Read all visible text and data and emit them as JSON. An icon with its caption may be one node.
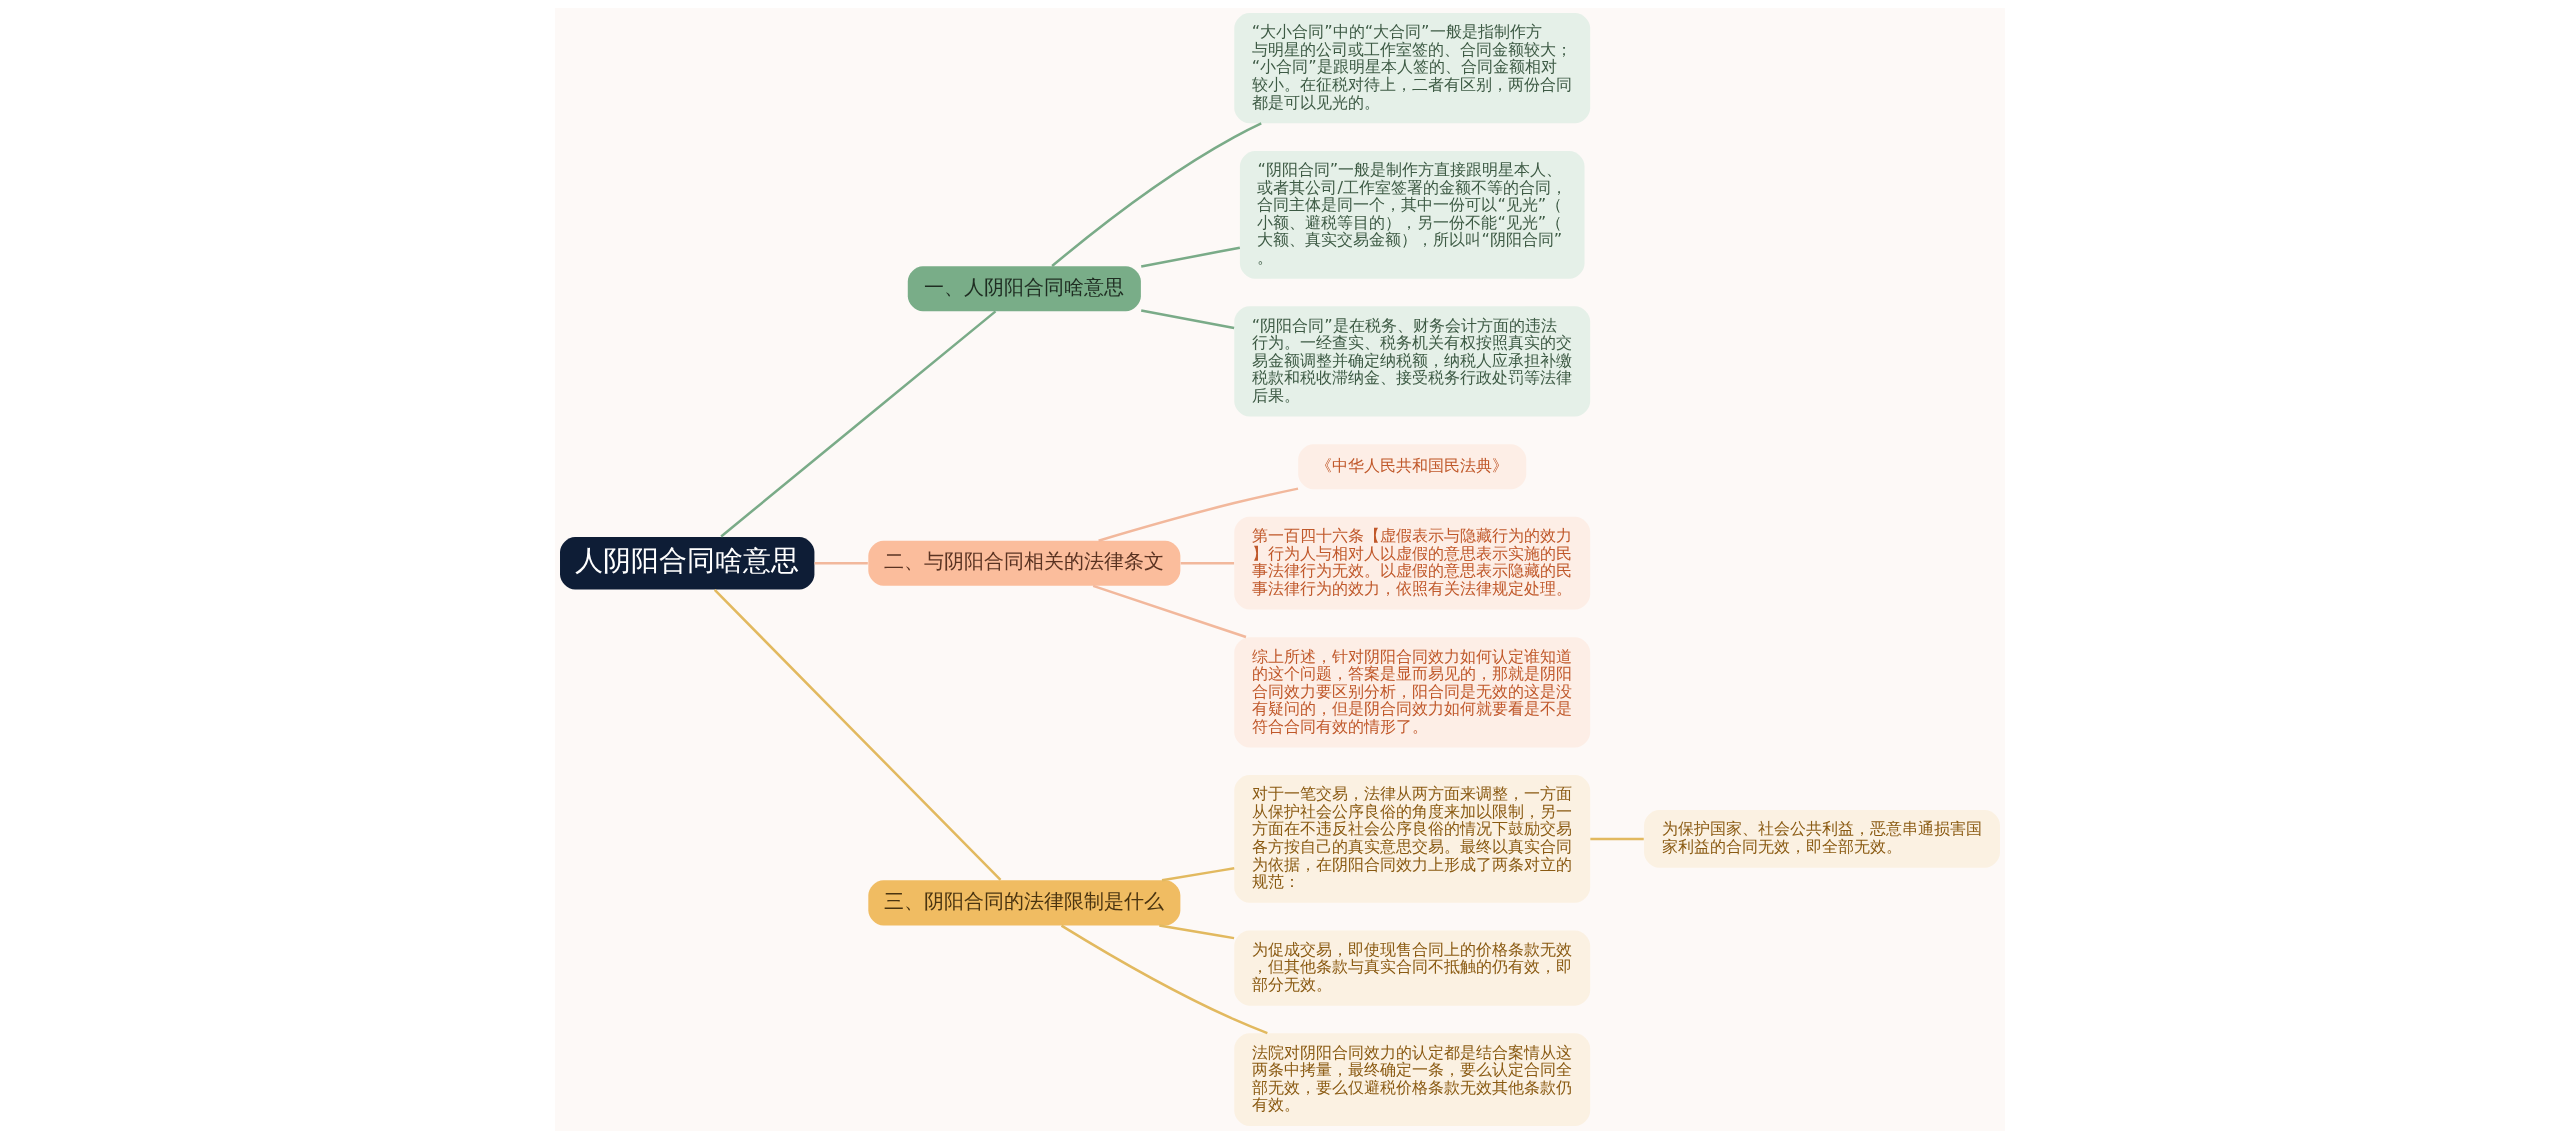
{
  "diagram": {
    "nodes": [
      {
        "text": [
          "人阴阳合同啥意思"
        ]
      },
      {
        "text": [
          "一、人阴阳合同啥意思"
        ]
      },
      {
        "text": [
          "“大小合同”中的“大合同”一般是指制作方与明星的公司或工作室签的、合同金额较大；“小合同”是跟明星本人签的、合同金额相对较小。在征税对待上，二者有区别，两份合同都是可以见光的。"
        ]
      },
      {
        "text": [
          "“阴阳合同”一般是制作方直接跟明星本人、或者其公司/工作室签署的金额不等的合同，合同主体是同一个，其中一份可以“见光”（小额、避税等目的），另一份不能“见光”（大额、真实交易金额），所以叫“阴阳合同”。"
        ]
      },
      {
        "text": [
          "“阴阳合同”是在税务、财务会计方面的违法行为。一经查实、税务机关有权按照真实的交易金额调整并确定纳税额，纳税人应承担补缴税款和税收滞纳金、接受税务行政处罚等法律后果。"
        ]
      },
      {
        "text": [
          "二、与阴阳合同相关的法律条文"
        ]
      },
      {
        "text": [
          "《中华人民共和国民法典》"
        ]
      },
      {
        "text": [
          "第一百四十六条【虚假表示与隐藏行为的效力】行为人与相对人以虚假的意思表示实施的民事法律行为无效。以虚假的意思表示隐藏的民事法律行为的效力，依照有关法律规定处理。"
        ]
      },
      {
        "text": [
          "综上所述，针对阴阳合同效力如何认定谁知道的这个问题，答案是显而易见的，那就是阴阳合同效力要区别分析，阳合同是无效的这是没有疑问的，但是阴合同效力如何就要看是不是符合合同有效的情形了。"
        ]
      },
      {
        "text": [
          "三、阴阳合同的法律限制是什么"
        ]
      },
      {
        "text": [
          "对于一笔交易，法律从两方面来调整，一方面从保护社会公序良俗的角度来加以限制，另一方面在不违反社会公序良俗的情况下鼓励交易各方按自己的真实意思交易。最终以真实合同为依据，在阴阳合同效力上形成了两条对立的规范："
        ]
      },
      {
        "text": [
          "为保护国家、社会公共利益，恶意串通损害国家利益的合同无效，即全部无效。"
        ]
      },
      {
        "text": [
          "为促成交易，即使现售合同上的价格条款无效，但其他条款与真实合同不抵触的仍有效，即部分无效。"
        ]
      },
      {
        "text": [
          "法院对阴阳合同效力的认定都是结合案情从这两条中拷量，最终确定一条，要么认定合同全部无效，要么仅避税价格条款无效其他条款仍有效。"
        ]
      }
    ],
    "edges": [
      {
        "from": 0,
        "to": 1,
        "arrow": "none",
        "color": "#7aab88"
      },
      {
        "from": 1,
        "to": 2,
        "arrow": "none",
        "color": "#7aab88"
      },
      {
        "from": 1,
        "to": 3,
        "arrow": "none",
        "color": "#7aab88"
      },
      {
        "from": 1,
        "to": 4,
        "arrow": "none",
        "color": "#7aab88"
      },
      {
        "from": 0,
        "to": 5,
        "arrow": "none",
        "color": "#f2b89c"
      },
      {
        "from": 5,
        "to": 6,
        "arrow": "none",
        "color": "#f2b89c"
      },
      {
        "from": 5,
        "to": 7,
        "arrow": "none",
        "color": "#f2b89c"
      },
      {
        "from": 5,
        "to": 8,
        "arrow": "none",
        "color": "#f2b89c"
      },
      {
        "from": 0,
        "to": 9,
        "arrow": "none"
      },
      {
        "from": 9,
        "to": 10,
        "arrow": "none"
      },
      {
        "from": 10,
        "to": 11,
        "arrow": "none"
      },
      {
        "from": 9,
        "to": 12,
        "arrow": "none"
      },
      {
        "from": 9,
        "to": 13,
        "arrow": "none"
      }
    ]
  }
}
